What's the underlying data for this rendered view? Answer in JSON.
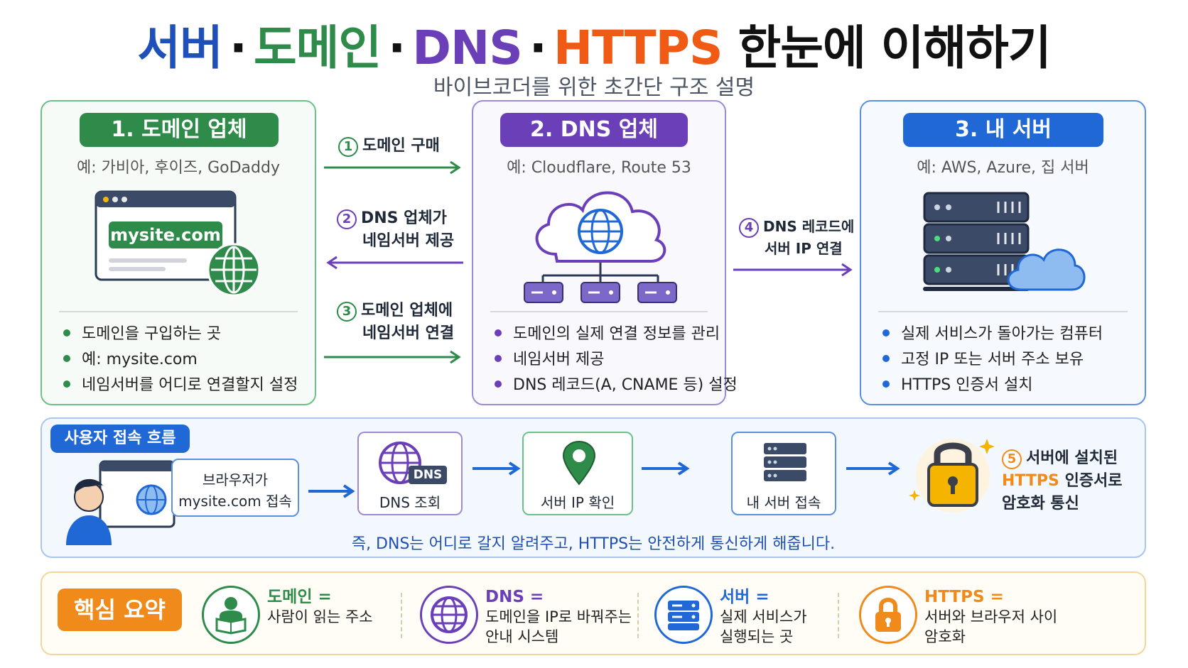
{
  "header": {
    "title_parts": [
      "서버",
      "·",
      "도메인",
      "·",
      "DNS",
      "·",
      "HTTPS",
      "한눈에 이해하기"
    ],
    "subtitle": "바이브코더를 위한 초간단 구조 설명"
  },
  "cards": [
    {
      "title": "1. 도메인 업체",
      "example": "예: 가비아, 후이즈, GoDaddy",
      "illustration_text": "mysite.com",
      "bullets": [
        "도메인을 구입하는 곳",
        "예: mysite.com",
        "네임서버를 어디로 연결할지 설정"
      ]
    },
    {
      "title": "2. DNS 업체",
      "example": "예: Cloudflare, Route 53",
      "bullets": [
        "도메인의 실제 연결 정보를 관리",
        "네임서버 제공",
        "DNS 레코드(A, CNAME 등) 설정"
      ]
    },
    {
      "title": "3. 내 서버",
      "example": "예: AWS, Azure, 집 서버",
      "bullets": [
        "실제 서비스가 돌아가는 컴퓨터",
        "고정 IP 또는 서버 주소 보유",
        "HTTPS 인증서 설치"
      ]
    }
  ],
  "flows": [
    {
      "num": "1",
      "lines": [
        "도메인 구매"
      ]
    },
    {
      "num": "2",
      "lines": [
        "DNS 업체가",
        "네임서버 제공"
      ]
    },
    {
      "num": "3",
      "lines": [
        "도메인 업체에",
        "네임서버 연결"
      ]
    },
    {
      "num": "4",
      "lines": [
        "DNS 레코드에",
        "서버 IP 연결"
      ]
    }
  ],
  "user_flow": {
    "tag": "사용자 접속 흐름",
    "browser_step": [
      "브라우저가",
      "mysite.com 접속"
    ],
    "dns_badge": "DNS",
    "steps": [
      "DNS 조회",
      "서버 IP 확인",
      "내 서버 접속"
    ],
    "https_step": {
      "num": "5",
      "line1": "서버에 설치된",
      "highlight": "HTTPS",
      "line2_rest": " 인증서로",
      "line3": "암호화 통신"
    },
    "note": "즉, DNS는 어디로 갈지 알려주고, HTTPS는 안전하게 통신하게 해줍니다."
  },
  "summary": {
    "tag": "핵심 요약",
    "items": [
      {
        "term": "도메인 =",
        "lines": [
          "사람이 읽는 주소"
        ],
        "icon": "reading-person-icon",
        "color": "#2e8b4a"
      },
      {
        "term": "DNS =",
        "lines": [
          "도메인을 IP로 바꿔주는",
          "안내 시스템"
        ],
        "icon": "globe-icon",
        "color": "#6a3fb8"
      },
      {
        "term": "서버 =",
        "lines": [
          "실제 서비스가",
          "실행되는 곳"
        ],
        "icon": "server-icon",
        "color": "#1f68d6"
      },
      {
        "term": "HTTPS =",
        "lines": [
          "서버와 브라우저 사이",
          "암호화"
        ],
        "icon": "lock-icon",
        "color": "#f08a1b"
      }
    ]
  },
  "colors": {
    "green": "#2e8b4a",
    "purple": "#6a3fb8",
    "blue": "#1f68d6",
    "orange": "#f08a1b",
    "title_server": "#1f4fb8",
    "title_domain": "#2e8b4a",
    "title_dns": "#6a3fb8",
    "title_https": "#f05a14"
  }
}
